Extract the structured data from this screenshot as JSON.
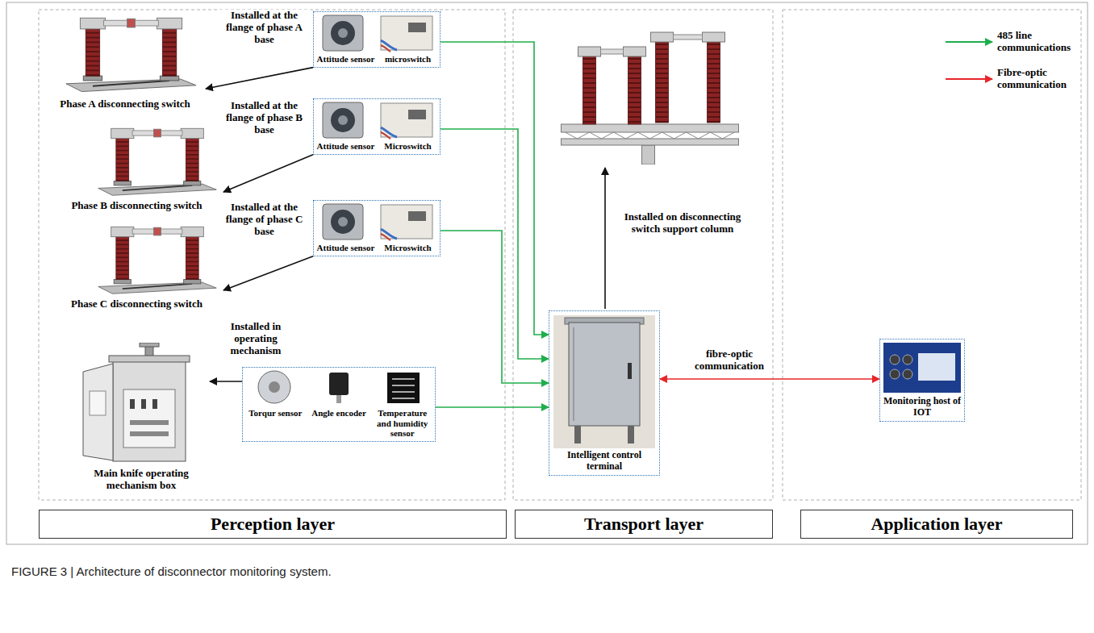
{
  "diagram": {
    "caption": "FIGURE 3 | Architecture of disconnector monitoring system.",
    "nodes": [
      {
        "text": [
          "Phase A disconnecting switch"
        ]
      },
      {
        "text": [
          "Attitude sensor",
          "microswitch"
        ]
      },
      {
        "text": [
          "Phase B disconnecting switch"
        ]
      },
      {
        "text": [
          "Attitude sensor",
          "Microswitch"
        ]
      },
      {
        "text": [
          "Phase C disconnecting switch"
        ]
      },
      {
        "text": [
          "Attitude sensor",
          "Microswitch"
        ]
      },
      {
        "text": [
          "Main knife operating mechanism box"
        ]
      },
      {
        "text": [
          "Torqur sensor",
          "Angle encoder",
          "Temperature and humidity sensor"
        ]
      },
      {
        "text": [
          "Intelligent control terminal"
        ]
      },
      {
        "text": [
          "Monitoring host of IOT"
        ]
      },
      {
        "text": [
          "Perception layer"
        ]
      },
      {
        "text": [
          "Transport layer"
        ]
      },
      {
        "text": [
          "Application layer"
        ]
      }
    ],
    "edges": [
      {
        "from": 1,
        "to": 0,
        "arrow": "to",
        "label": "Installed at the flange of phase A base"
      },
      {
        "from": 3,
        "to": 2,
        "arrow": "to",
        "label": "Installed at the flange of phase B base"
      },
      {
        "from": 5,
        "to": 4,
        "arrow": "to",
        "label": "Installed at the flange of phase C base"
      },
      {
        "from": 7,
        "to": 6,
        "arrow": "to",
        "label": "Installed in operating mechanism"
      },
      {
        "from": 1,
        "to": 8,
        "arrow": "to"
      },
      {
        "from": 3,
        "to": 8,
        "arrow": "to"
      },
      {
        "from": 5,
        "to": 8,
        "arrow": "to"
      },
      {
        "from": 7,
        "to": 8,
        "arrow": "to"
      },
      {
        "from": 8,
        "to": 9,
        "arrow": "both",
        "label": "fibre-optic communication"
      }
    ],
    "labels": [
      "Installed on disconnecting switch support column"
    ],
    "legend": [
      {
        "text": "485 line communications"
      },
      {
        "text": "Fibre-optic communication"
      }
    ]
  }
}
